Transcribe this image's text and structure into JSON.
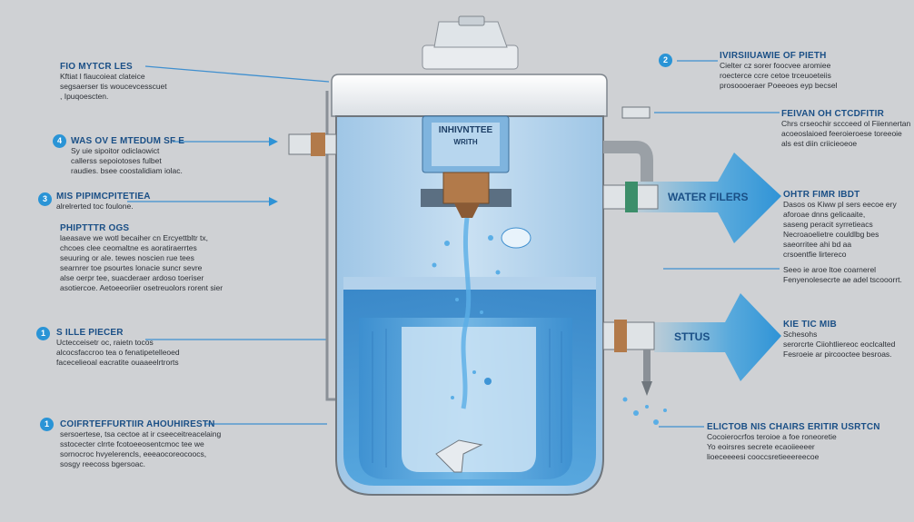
{
  "markers": {
    "m2": "2",
    "m4": "4",
    "m3": "3",
    "m1": "1",
    "m1b": "1"
  },
  "tank": {
    "filter_label": "INHIVNTTEE",
    "filter_sublabel": "WRITH"
  },
  "arrows": {
    "water_filter": "WATER FILERS",
    "sttus": "STTUS"
  },
  "left_labels": [
    {
      "title": "FIO MYTCR LES",
      "text": "Kftiat l fiaucoieat clateice\nsegsaerser tis woucevcesscuet\n, Ipuqoescten."
    },
    {
      "title": "WAS OV E MTEDUM SF E",
      "text": "Sy uie sipoitor odiclaowict\ncallerss sepoiotoses fulbet\nraudies. bsee coostalidiam iolac."
    },
    {
      "title": "MIS PIPIMCPITETIEA",
      "text": "alrelrerted toc foulone."
    },
    {
      "title": "PHIPTTTR OGS",
      "text": "laeasave we wotl becaiher cn Ercyettbltr tx,\nchcoes clee ceomaltne es aoratiraerrtes\nseuuring or ale. tewes noscien rue tees\nsearnrer toe psourtes lonacie suncr sevre\nalse oerpr tee, suacderaer ardoso toeriser\nasotiercoe. Aetoeeoriier osetreuolors rorent sier"
    },
    {
      "title": "S ILLE PIECER",
      "text": "Uctecceisetr oc, raietn tocos\nalcocsfaccroo tea o fenatipetelleoed\nfacecelieoal eacratite ouaaeelrtrorts"
    },
    {
      "title": "COIFRTEFFURTIIR AHOUHIRESTN",
      "text": "sersoertese, tsa cectoe at ir cseeceitreacelaing\nsstocecter clrrte fcotoeeosentcmoc tee we\nsornocroc hvyelerencls, eeeaocoreocoocs,\nsosgy reecoss bgersoac."
    }
  ],
  "right_labels": [
    {
      "title": "IVIRSIIUAWIE OF PIETH",
      "text": "Cielter cz sorer foocvee aromiee\nroecterce ccre cetoe trceuoeteiis\nprosoooeraer Poeeoes eyp becsel"
    },
    {
      "title": "FEIVAN OH CTCDFITIR",
      "text": "Chrs crseochir sccceed ol Fiiennertan\nacoeoslaioed feeroieroese toreeoie\nals est diin criicieoeoe"
    },
    {
      "title": "OHTR FIMR IBDT",
      "text": "Dasos os Kiww pl sers eecoe ery\naforoae dnns gelicaaite,\nsaseng peracit syrretieacs\nNecroaoelietre couldlbg bes\nsaeorritee ahi bd aa\ncrsoentfie lirtereco"
    },
    {
      "title": "",
      "text": "Seeo ie aroe ltoe coarnerel\nFenyenolesecrte ae adel tscooorrt."
    },
    {
      "title": "KIE TIC MIB",
      "text": "Schesohs\nserorcrte Ciiohtliereoc eoclcalted\nFesroeie ar pircooctee besroas."
    },
    {
      "title": "ELICTOB NIS CHAIRS ERITIR USRTCN",
      "text": "Cocoierocrfos teroioe a foe roneoretie\nYo eoirsres secrete ecaoiieeeer\nlioeceeeesi cooccsretieeereecoe"
    }
  ]
}
